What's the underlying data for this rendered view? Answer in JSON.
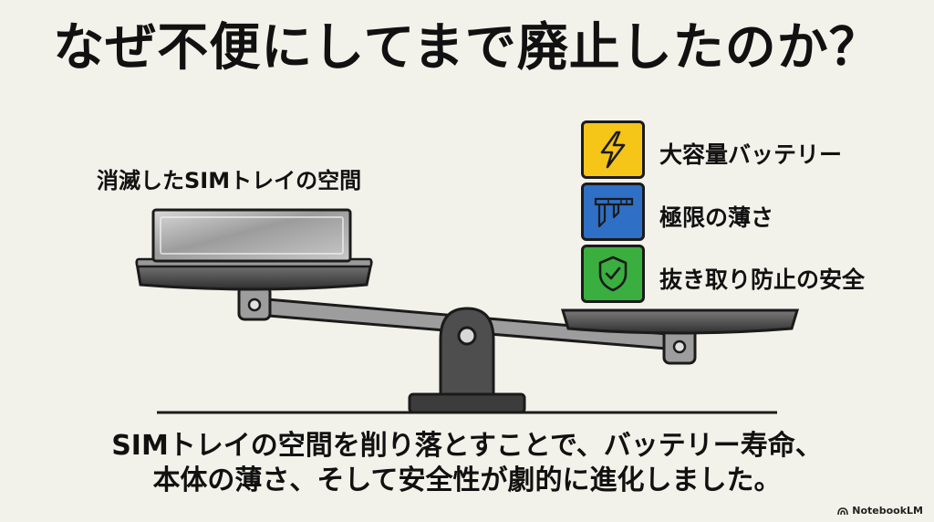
{
  "title": "なぜ不便にしてまで廃止したのか？",
  "left_label": "消滅したSIMトレイの空間",
  "benefits": [
    {
      "label": "大容量バッテリー",
      "icon": "lightning-icon",
      "color": "#f5c518"
    },
    {
      "label": "極限の薄さ",
      "icon": "caliper-icon",
      "color": "#2f6fc6"
    },
    {
      "label": "抜き取り防止の安全",
      "icon": "shield-check-icon",
      "color": "#3aae3f"
    }
  ],
  "caption_lines": [
    "SIMトレイの空間を削り落とすことで、バッテリー寿命、",
    "本体の薄さ、そして安全性が劇的に進化しました。"
  ],
  "brand": "NotebookLM",
  "colors": {
    "background": "#f3f2ea",
    "metal_dark": "#4a4a4a",
    "metal_light": "#b9b9b9"
  }
}
